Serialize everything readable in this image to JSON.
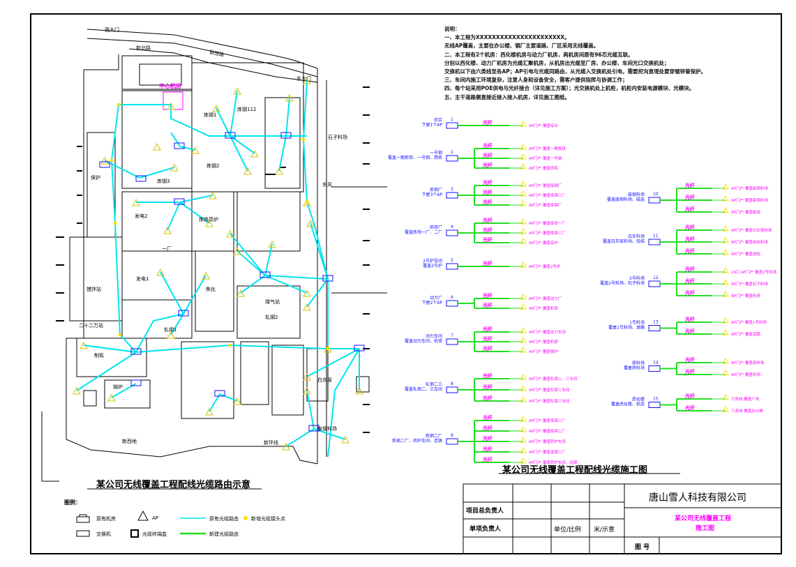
{
  "colors": {
    "cable": "#00e5ee",
    "new_route": "#22dd22",
    "ap": "#ffe000",
    "text_blue": "#1010ff",
    "magenta": "#ff00ff",
    "border": "#000000"
  },
  "map": {
    "title": "某公司无线覆盖工程配线光缆路由示意",
    "labels": {
      "west_gate": "西大门",
      "lenovo_road": "联想路",
      "new_road": "新北路",
      "east_gate": "东大门",
      "central_room": "中心机房",
      "railway": "东风",
      "stone_yard": "石子料场",
      "scrap_yard": "废钢料场",
      "steel1": "炼钢1",
      "steel2": "炼钢2",
      "steel3": "炼钢3",
      "west_steel": "炼钢112",
      "power1": "发电1",
      "power2": "发电2",
      "rolling1": "轧钢1",
      "rolling2": "轧钢2",
      "coke": "焦化",
      "gas": "煤气站",
      "lime": "白灰窑",
      "twenty_two": "二十二万站",
      "new_west": "新西地",
      "new_line": "新环线",
      "stirring": "搅拌站",
      "keep": "保护",
      "furnace": "炼铁高炉",
      "boiler": "锅炉",
      "oxygen": "制氧",
      "plant1": "一厂"
    }
  },
  "notes": {
    "heading": "说明：",
    "lines": [
      "一、本工程为XXXXXXXXXXXXXXXXXXXXXX。",
      "    无线AP覆盖，主要在办公楼、钢厂主要道路、厂区采用无线覆盖。",
      "二、本工程有2个机房：西化楼机房与动力厂机房，两机房间原有96芯光缆互联。",
      "    分别以西化楼、动力厂机房为光缆汇聚机房，从机房出光缆至厂房、办公楼、车间光口交换机处；",
      "    交换机以下由六类线至各AP；AP引电与光缆同路由，从光缆入交换机处引电，需要挖沟直埋处要穿镀锌管保护。",
      "三、车间内施工环境复杂，注意人身和设备安全，需客户提供指挥与协调工作；",
      "四、每个站采用POE供电与光纤接合（详见施工方案）；光交换机处上机柜，机柜内安装电源模块、光模块。",
      "五、主干道路侧直接近接入接入机房，详见施工图纸。"
    ]
  },
  "wiring": {
    "title": "某公司无线覆盖工程配线光缆施工图",
    "fiber": "光纤",
    "six_cat": "六类线",
    "left_groups": [
      {
        "num": "1",
        "name": "综合",
        "sub": "下屋1个AP",
        "aps": [
          "AP门户 覆盖综合"
        ]
      },
      {
        "num": "2",
        "name": "一号钢",
        "sub": "覆盖一期炼铁、一号钢、西炼",
        "aps": [
          "AP门户 覆盖一期炼铁",
          "AP门户 覆盖一号钢",
          "AP门户 覆盖西炼"
        ]
      },
      {
        "num": "3",
        "name": "炼钢厂",
        "sub": "下屋3个AP",
        "aps": [
          "AP门户 覆盖炼钢厂",
          "AP门户 覆盖炼钢二厂",
          "AP门户 覆盖炼钢厂"
        ]
      },
      {
        "num": "4",
        "name": "炼铁厂",
        "sub": "覆盖炼铁一厂、二厂",
        "aps": [
          "AP门户 覆盖炼铁一厂",
          "AP门户 覆盖炼铁二厂",
          "AP门户 覆盖高炉"
        ]
      },
      {
        "num": "5",
        "name": "2号炉车间",
        "sub": "覆盖2号炉",
        "aps": [
          "AP门户 覆盖2号炉"
        ]
      },
      {
        "num": "6",
        "name": "动力厂",
        "sub": "下屋2个AP",
        "aps": [
          "AP门户 覆盖动力厂",
          "AP门户 覆盖机修"
        ]
      },
      {
        "num": "7",
        "name": "动力车间",
        "sub": "覆盖动力车间、机修",
        "aps": [
          "AP门户 覆盖动力车间",
          "AP门户 覆盖机修",
          "AP门户 覆盖锅炉"
        ]
      },
      {
        "num": "8",
        "name": "轧钢二三",
        "sub": "覆盖轧钢二、三车间",
        "aps": [
          "AP门户 覆盖轧钢二、三车间",
          "AP门户 覆盖轧钢二车间",
          "AP门户 覆盖轧钢三车间"
        ]
      },
      {
        "num": "9",
        "name": "炼钢二厂",
        "sub": "炼钢二厂、转炉车间、连铸",
        "aps": [
          "AP门户 覆盖炼钢二厂",
          "AP门户 覆盖炼钢二厂",
          "AP门户 覆盖转炉车间",
          "AP门户 覆盖连铸二厂",
          "AP门户 覆盖转炉车间、连铸"
        ]
      }
    ],
    "right_groups": [
      {
        "num": "10",
        "name": "废钢料场",
        "sub": "覆盖废钢料场、磁选",
        "aps": [
          "AP门户 覆盖废钢料场",
          "AP门户 覆盖废钢料场",
          "AP门户 覆盖磁选"
        ]
      },
      {
        "num": "11",
        "name": "白灰料场",
        "sub": "覆盖白灰窑料场、烧结",
        "aps": [
          "AP门户 覆盖白灰窑料场",
          "AP门户 覆盖烧结料场",
          "AP门户 覆盖烧结"
        ]
      },
      {
        "num": "12",
        "name": "2号料场",
        "sub": "覆盖2号料场、石子料场",
        "aps": [
          "24口 AP门户 覆盖2号料场",
          "AP门户 覆盖石子料场",
          "AP门户 覆盖料场"
        ]
      },
      {
        "num": "13",
        "name": "1号料场",
        "sub": "覆盖1号料场、道路",
        "aps": [
          "AP门户 覆盖1号料场",
          "AP门户 覆盖道路"
        ]
      },
      {
        "num": "14",
        "name": "原料场",
        "sub": "覆盖原料场",
        "aps": [
          "AP门户 覆盖原料场",
          "AP门户 覆盖料场"
        ]
      },
      {
        "num": "15",
        "name": "西化楼",
        "sub": "覆盖西化楼、机房",
        "aps": [
          "六类线 覆盖广场",
          "六类线 覆盖办公楼"
        ]
      }
    ]
  },
  "legend": {
    "title": "图例：",
    "items": [
      "原有机房",
      "AP",
      "原有光缆路由",
      "新增光缆接头点",
      "交换机",
      "光缆终端盒",
      "新建光缆路由"
    ]
  },
  "titleblock": {
    "company": "唐山雪人科技有限公司",
    "project_lead": "项目总负责人",
    "item_lead": "单项负责人",
    "unit_scale": "单位/比例",
    "meters_note": "米/示意",
    "drawing_name": "某公司无线覆盖工程",
    "drawing_type": "施工图",
    "drawing_no": "图  号"
  }
}
